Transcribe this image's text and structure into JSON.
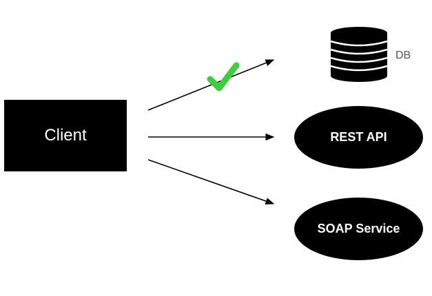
{
  "nodes": {
    "client": "Client",
    "db": "DB",
    "rest": "REST API",
    "soap": "SOAP Service"
  },
  "colors": {
    "node_fill": "#000000",
    "node_text": "#ffffff",
    "check": "#3ccf3c",
    "db_label": "#555555"
  },
  "icons": {
    "database": "database-icon",
    "check": "check-icon"
  },
  "edges": [
    {
      "from": "client",
      "to": "db",
      "status": "check"
    },
    {
      "from": "client",
      "to": "rest"
    },
    {
      "from": "client",
      "to": "soap"
    }
  ]
}
